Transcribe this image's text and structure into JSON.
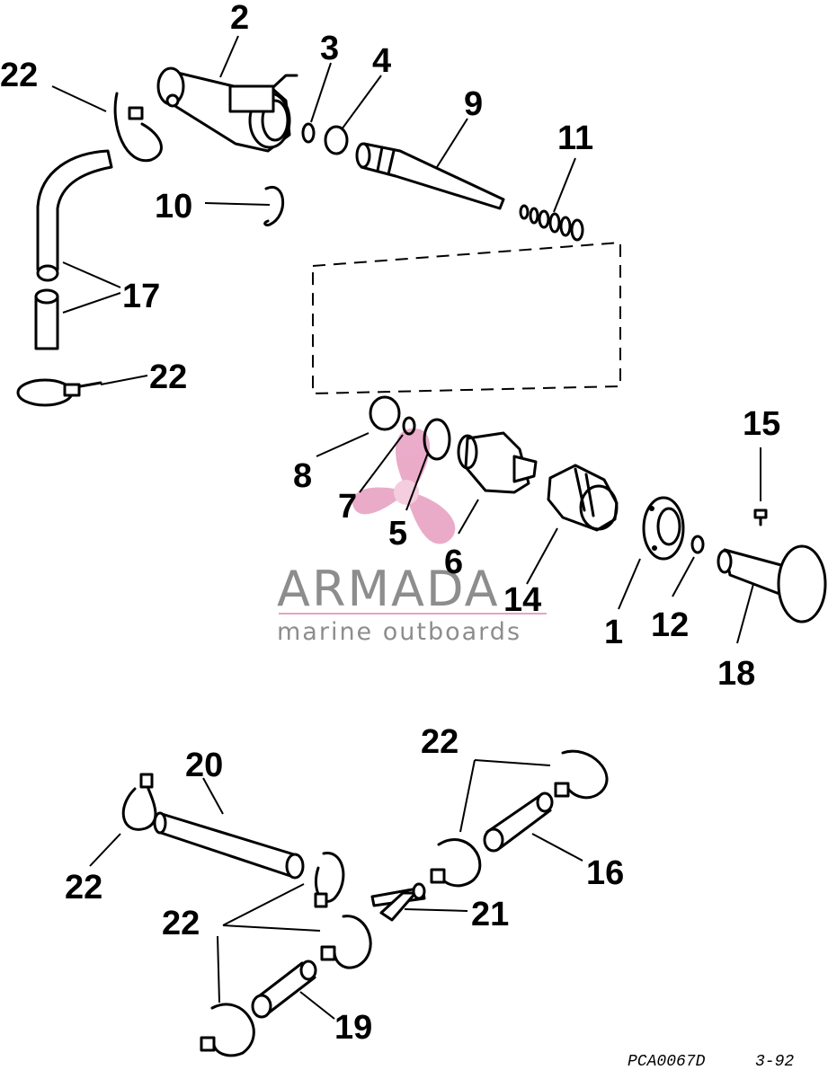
{
  "diagram": {
    "part_labels": [
      "1",
      "2",
      "3",
      "4",
      "5",
      "6",
      "7",
      "8",
      "9",
      "10",
      "11",
      "12",
      "14",
      "15",
      "16",
      "17",
      "18",
      "19",
      "20",
      "21",
      "22"
    ],
    "figure_code": "PCA0067D",
    "figure_date": "3-92"
  },
  "watermark": {
    "brand": "ARMADA",
    "tagline": "marine outboards",
    "logo_color": "#e8a3c4",
    "text_color": "#8d8d8d",
    "logo_icon": "propeller-icon"
  }
}
